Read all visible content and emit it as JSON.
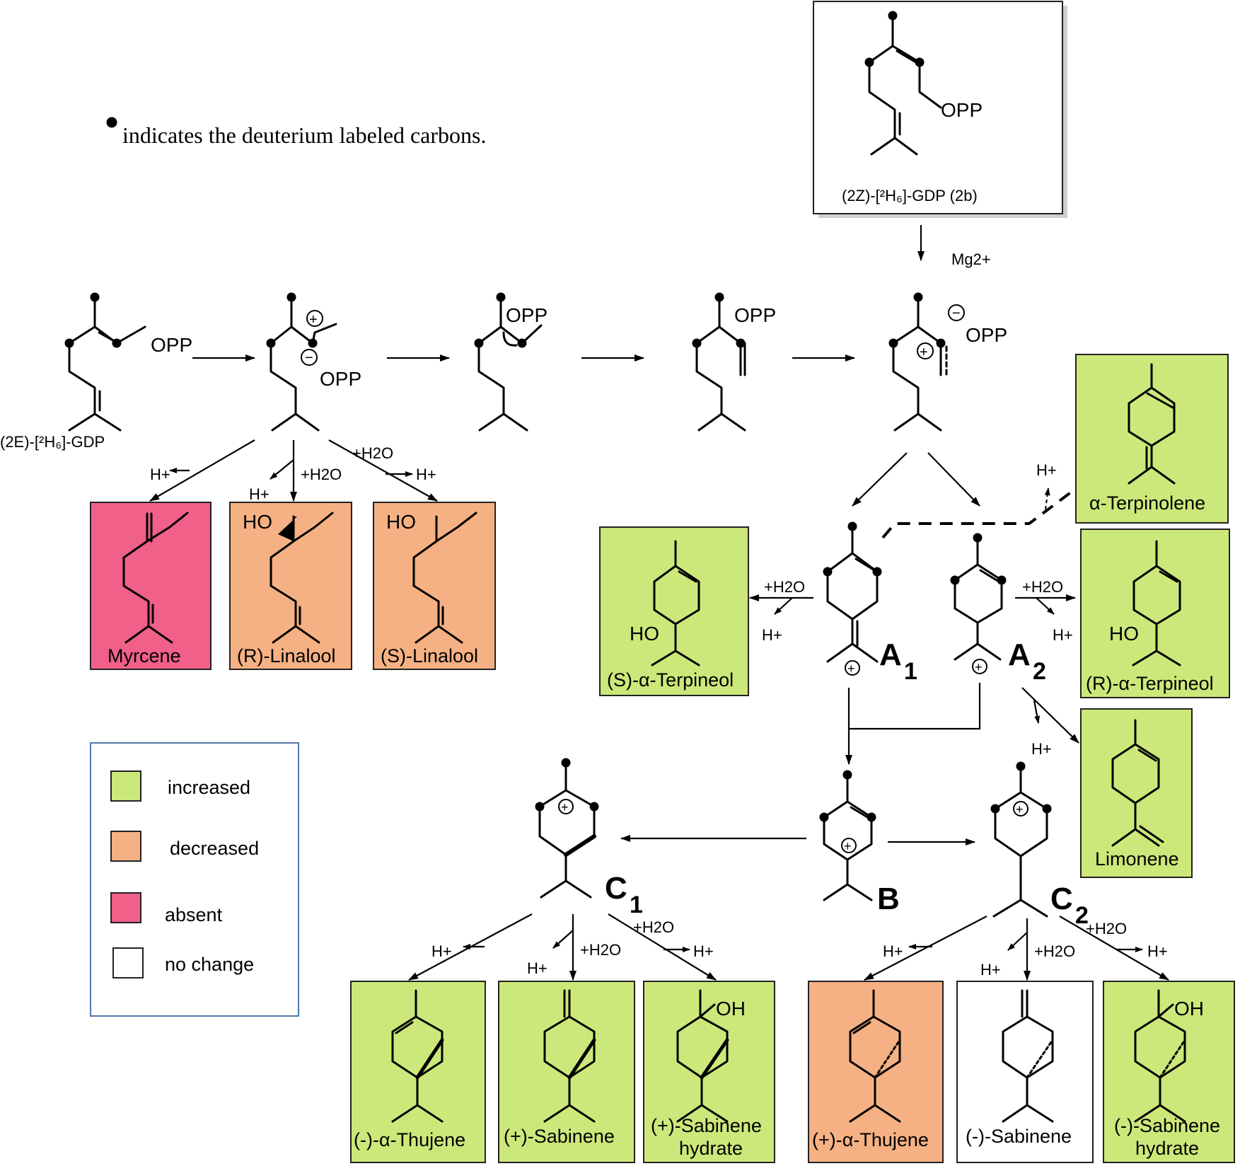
{
  "legend_note": "indicates the deuterium labeled carbons.",
  "start_box_label": "(2Z)-[²H₆]-GDP (2b)",
  "mg_label": "Mg2+",
  "substrate_2e": "(2E)-[²H₆]-GDP",
  "opp": "OPP",
  "reagents": {
    "h": "H+",
    "h2o": "+H2O",
    "ho": "HO",
    "oh": "OH"
  },
  "intermediates": {
    "a1": "A",
    "a1_sub": "1",
    "a2": "A",
    "a2_sub": "2",
    "b": "B",
    "c1": "C",
    "c1_sub": "1",
    "c2": "C",
    "c2_sub": "2"
  },
  "legend": {
    "items": [
      {
        "label": "increased",
        "color": "#cce87a"
      },
      {
        "label": "decreased",
        "color": "#f5b183"
      },
      {
        "label": "absent",
        "color": "#f06089"
      },
      {
        "label": "no change",
        "color": "#ffffff"
      }
    ]
  },
  "products": {
    "myrcene": "Myrcene",
    "r_linalool": "(R)-Linalool",
    "s_linalool": "(S)-Linalool",
    "terpinolene": "α-Terpinolene",
    "s_terpineol": "(S)-α-Terpineol",
    "r_terpineol": "(R)-α-Terpineol",
    "limonene": "Limonene",
    "minus_thujene": "(-)-α-Thujene",
    "plus_sabinene": "(+)-Sabinene",
    "plus_sab_hydrate_1": "(+)-Sabinene",
    "plus_sab_hydrate_2": "hydrate",
    "plus_thujene": "(+)-α-Thujene",
    "minus_sabinene": "(-)-Sabinene",
    "minus_sab_hydrate_1": "(-)-Sabinene",
    "minus_sab_hydrate_2": "hydrate"
  }
}
